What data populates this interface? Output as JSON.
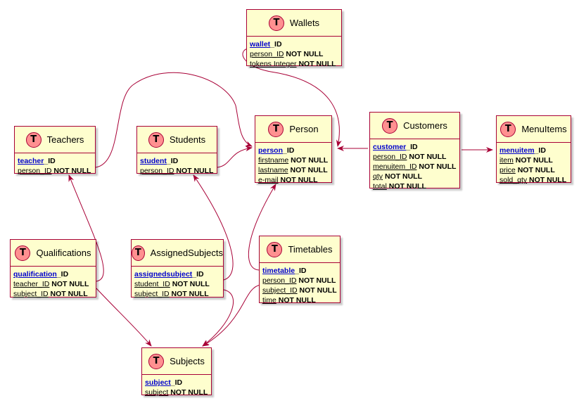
{
  "entities": {
    "wallets": {
      "name": "Wallets",
      "badge": "T",
      "fields": [
        {
          "name": "wallet",
          "suffix": "_ID",
          "type": "",
          "pk": true
        },
        {
          "name": "person_ID",
          "type": "NOT NULL"
        },
        {
          "name": "tokens Integer",
          "type": "NOT NULL"
        }
      ]
    },
    "teachers": {
      "name": "Teachers",
      "badge": "T",
      "fields": [
        {
          "name": "teacher",
          "suffix": "_ID",
          "type": "",
          "pk": true
        },
        {
          "name": "person_ID",
          "type": "NOT NULL"
        }
      ]
    },
    "students": {
      "name": "Students",
      "badge": "T",
      "fields": [
        {
          "name": "student",
          "suffix": "_ID",
          "type": "",
          "pk": true
        },
        {
          "name": "person_ID",
          "type": "NOT NULL"
        }
      ]
    },
    "person": {
      "name": "Person",
      "badge": "T",
      "fields": [
        {
          "name": "person",
          "suffix": "_ID",
          "type": "",
          "pk": true
        },
        {
          "name": "firstname",
          "type": "NOT NULL"
        },
        {
          "name": "lastname",
          "type": "NOT NULL"
        },
        {
          "name": "e-mail",
          "type": "NOT NULL"
        }
      ]
    },
    "customers": {
      "name": "Customers",
      "badge": "T",
      "fields": [
        {
          "name": "customer",
          "suffix": "_ID",
          "type": "",
          "pk": true
        },
        {
          "name": "person_ID",
          "type": "NOT NULL"
        },
        {
          "name": "menuitem_ID",
          "type": "NOT NULL"
        },
        {
          "name": "qty",
          "type": "NOT NULL"
        },
        {
          "name": "total",
          "type": "NOT NULL"
        }
      ]
    },
    "menuitems": {
      "name": "MenuItems",
      "badge": "T",
      "fields": [
        {
          "name": "menuitem",
          "suffix": "_ID",
          "type": "",
          "pk": true
        },
        {
          "name": "item",
          "type": "NOT NULL"
        },
        {
          "name": "price",
          "type": "NOT NULL"
        },
        {
          "name": "sold_qty",
          "type": "NOT NULL"
        }
      ]
    },
    "qualifications": {
      "name": "Qualifications",
      "badge": "T",
      "fields": [
        {
          "name": "qualification",
          "suffix": "_ID",
          "type": "",
          "pk": true
        },
        {
          "name": "teacher_ID",
          "type": "NOT NULL"
        },
        {
          "name": "subject_ID",
          "type": "NOT NULL"
        }
      ]
    },
    "assignedsubjects": {
      "name": "AssignedSubjects",
      "badge": "T",
      "fields": [
        {
          "name": "assignedsubject",
          "suffix": "_ID",
          "type": "",
          "pk": true
        },
        {
          "name": "student_ID",
          "type": "NOT NULL"
        },
        {
          "name": "subject_ID",
          "type": "NOT NULL"
        }
      ]
    },
    "timetables": {
      "name": "Timetables",
      "badge": "T",
      "fields": [
        {
          "name": "timetable",
          "suffix": "_ID",
          "type": "",
          "pk": true
        },
        {
          "name": "person_ID",
          "type": "NOT NULL"
        },
        {
          "name": "subject_ID",
          "type": "NOT NULL"
        },
        {
          "name": "time",
          "type": "NOT NULL"
        }
      ]
    },
    "subjects": {
      "name": "Subjects",
      "badge": "T",
      "fields": [
        {
          "name": "subject",
          "suffix": "_ID",
          "type": "",
          "pk": true
        },
        {
          "name": "subject",
          "type": "NOT NULL"
        }
      ]
    }
  },
  "relations": [
    {
      "from": "wallets",
      "to": "person"
    },
    {
      "from": "teachers",
      "to": "person"
    },
    {
      "from": "students",
      "to": "person"
    },
    {
      "from": "customers",
      "to": "person"
    },
    {
      "from": "customers",
      "to": "menuitems"
    },
    {
      "from": "qualifications",
      "to": "teachers"
    },
    {
      "from": "qualifications",
      "to": "subjects"
    },
    {
      "from": "assignedsubjects",
      "to": "students"
    },
    {
      "from": "assignedsubjects",
      "to": "subjects"
    },
    {
      "from": "timetables",
      "to": "person"
    },
    {
      "from": "timetables",
      "to": "subjects"
    }
  ],
  "colors": {
    "border": "#A80036",
    "fill": "#FEFECE",
    "badge": "#FF9090",
    "key": "#0000CC"
  }
}
